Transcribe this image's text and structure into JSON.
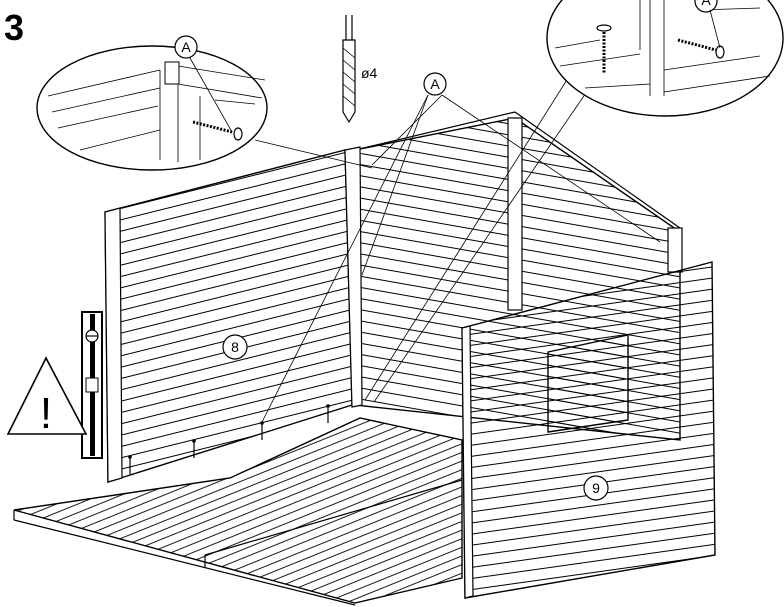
{
  "step": {
    "number": "3"
  },
  "labels": {
    "fixing_a_main": "A",
    "fixing_a_detail_left": "A",
    "fixing_a_detail_right": "A",
    "part_8": "8",
    "part_9": "9",
    "drill_diameter": "ø4"
  },
  "warning": {
    "symbol": "!"
  }
}
